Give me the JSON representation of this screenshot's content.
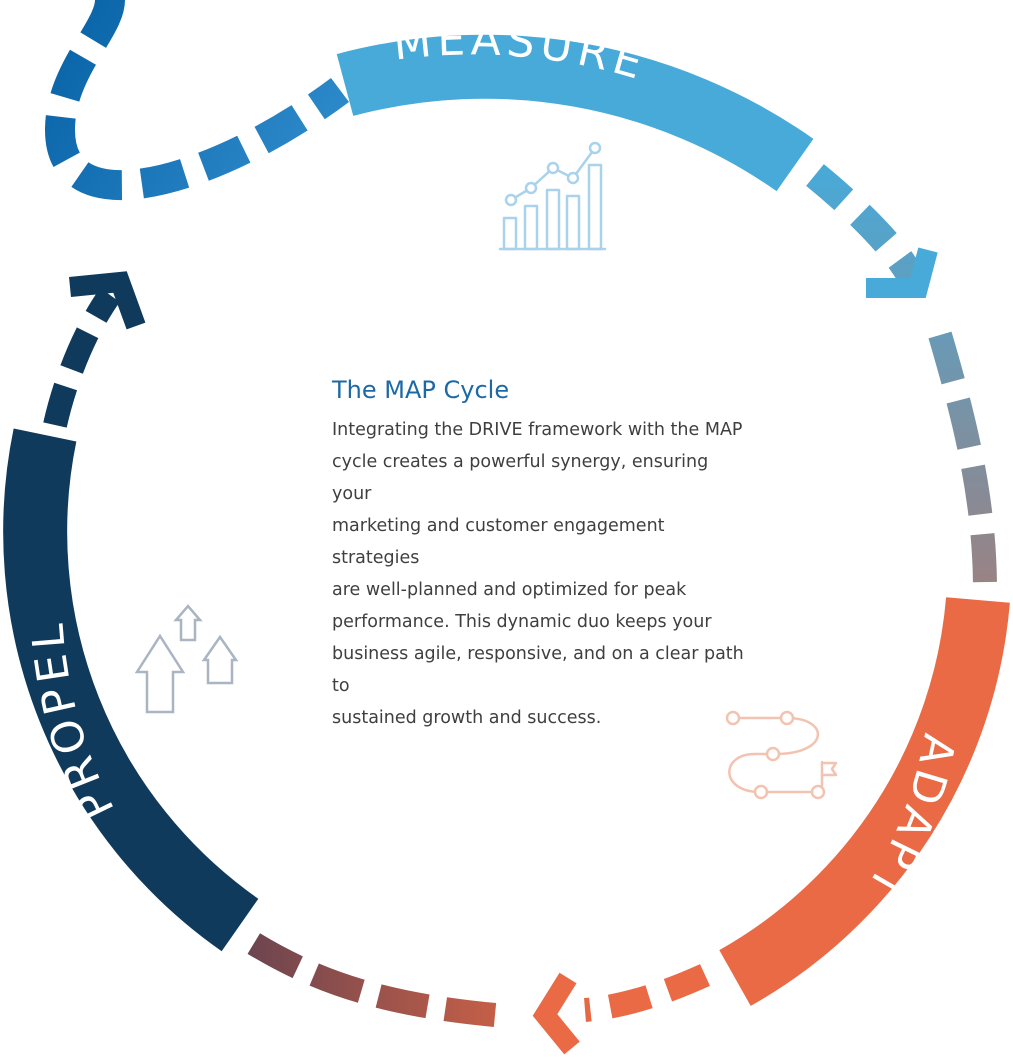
{
  "diagram": {
    "stages": [
      {
        "label": "MEASURE",
        "color": "#47aad9"
      },
      {
        "label": "ADAPT",
        "color": "#e96a44"
      },
      {
        "label": "PROPEL",
        "color": "#0f3a5c"
      }
    ],
    "connector_colors": {
      "top_left_start": "#0a64a8",
      "top_left_end": "#2f8ccc",
      "measure_to_adapt_start": "#47aad9",
      "measure_to_adapt_end": "#9a8283",
      "adapt_to_propel_start": "#e96a44",
      "adapt_to_propel_end": "#6a4450",
      "propel_to_measure": "#0f3a5c"
    },
    "icons": [
      "bar-chart-growth-icon",
      "route-path-icon",
      "upward-arrows-icon"
    ]
  },
  "center": {
    "title": "The MAP Cycle",
    "lines": [
      "Integrating the DRIVE framework with the MAP",
      "cycle creates a powerful synergy, ensuring your",
      "marketing and customer engagement strategies",
      "are well-planned and optimized for peak",
      "performance. This dynamic duo keeps your",
      "business agile, responsive, and on a clear path to",
      "sustained growth and success."
    ]
  }
}
